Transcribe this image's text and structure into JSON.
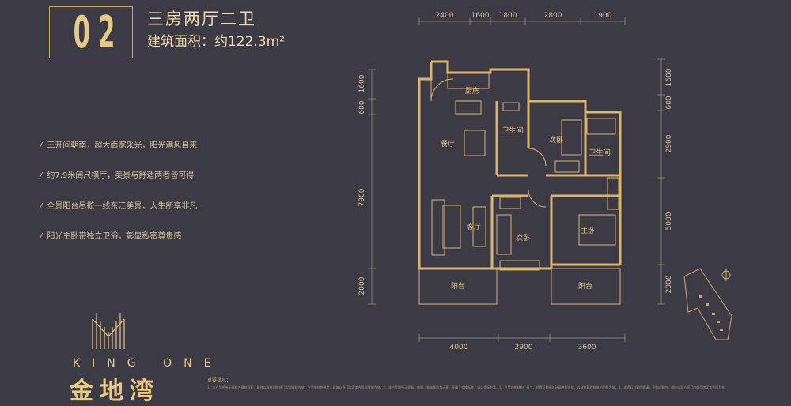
{
  "header": {
    "number": "02",
    "layout": "三房两厅二卫",
    "area_label": "建筑面积：约122.3m²"
  },
  "features": [
    "三开间朝南，超大面宽采光，阳光满风自来",
    "约7.9米阔尺横厅，美景与舒适两者皆可得",
    "全景阳台尽揽一线东江美景，人生所享非凡",
    "阳光主卧带独立卫浴，彰显私密尊贵感"
  ],
  "brand": {
    "en": "KING ONE",
    "cn": "金地湾"
  },
  "rooms": {
    "kitchen": "厨房",
    "bath1": "卫生间",
    "bedroom2a": "次卧",
    "bath2": "卫生间",
    "dining": "餐厅",
    "living": "客厅",
    "bedroom2b": "次卧",
    "master": "主卧",
    "balcony1": "阳台",
    "balcony2": "阳台"
  },
  "dims": {
    "top": [
      "2400",
      "1600",
      "1800",
      "2800",
      "1900"
    ],
    "bottom": [
      "4000",
      "2900",
      "3600"
    ],
    "left": [
      "1600",
      "600",
      "7900",
      "2000"
    ],
    "right": [
      "1600",
      "600",
      "2900",
      "5000",
      "2000"
    ]
  },
  "notes_title": "重要提示：",
  "notes_text": "1、本户型图所示面积为建筑面积，最终以政府测绘部门实测面积为准；户型图仅供参考，具体以签订的买卖合同及附图为准。2、本户型图所示家具、电器、装饰等均为示意，不属于交楼标准，请以实际为准。3、户型内的结构、尺寸、位置可能因设计调整而变化，以政府最终批准的图纸为准。4、本资料为要约邀请，不构成要约，最终以双方签订的商品房买卖合同为准。",
  "colors": {
    "background": "#3c3a44",
    "gold": "#e6c88a",
    "line": "#d9b56f"
  }
}
